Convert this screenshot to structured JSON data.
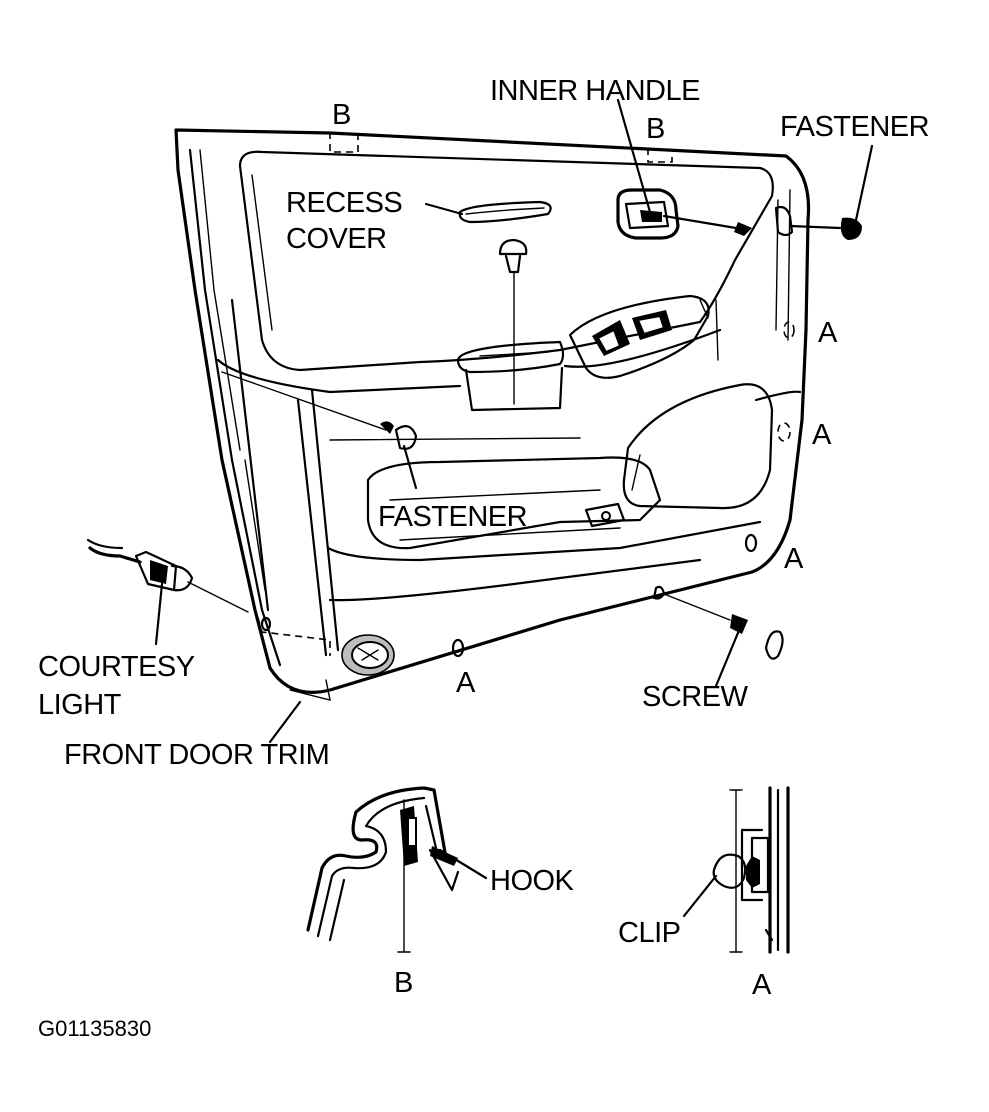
{
  "labels": {
    "inner_handle": "INNER HANDLE",
    "fastener_top": "FASTENER",
    "recess_line1": "RECESS",
    "recess_line2": "COVER",
    "fastener_mid": "FASTENER",
    "courtesy_line1": "COURTESY",
    "courtesy_line2": "LIGHT",
    "front_door_trim": "FRONT DOOR TRIM",
    "screw": "SCREW",
    "hook": "HOOK",
    "clip": "CLIP",
    "b_top_left": "B",
    "b_top_right": "B",
    "a_right_1": "A",
    "a_right_2": "A",
    "a_right_3": "A",
    "a_bottom": "A",
    "b_detail": "B",
    "a_detail": "A"
  },
  "figure_code": "G01135830"
}
